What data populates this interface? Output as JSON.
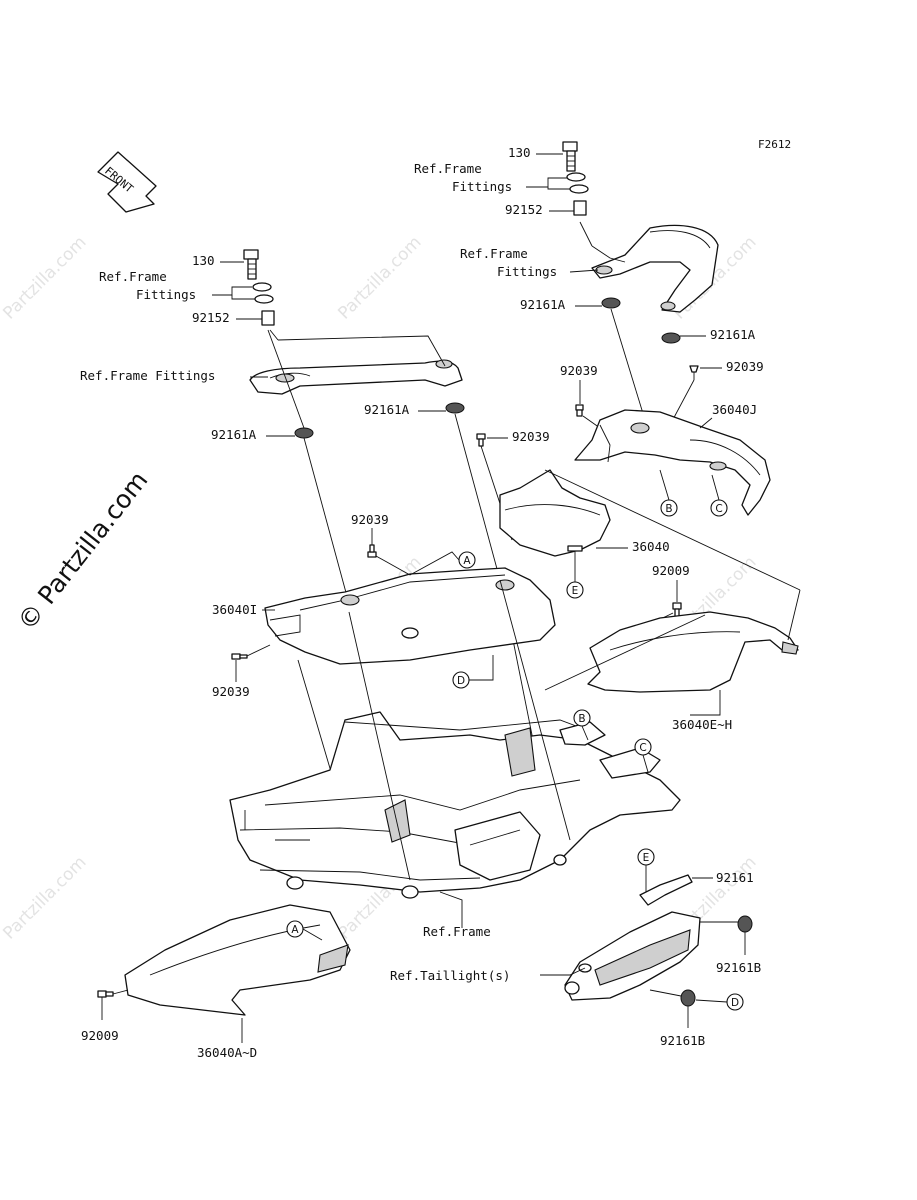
{
  "figure_code": "F2612",
  "front_label": "FRONT",
  "watermark": "© Partzilla.com",
  "watermark_small": "Partzilla.com",
  "labels": {
    "p130_left": "130",
    "ref_frame_left": "Ref.Frame",
    "fittings_left": "Fittings",
    "p92152_left": "92152",
    "ref_frame_fittings_left": "Ref.Frame Fittings",
    "p92161A_l1": "92161A",
    "p92161A_l2": "92161A",
    "p92039_l1": "92039",
    "p36040I": "36040I",
    "p92039_l2": "92039",
    "p130_right": "130",
    "ref_frame_right": "Ref.Frame",
    "fittings_right": "Fittings",
    "p92152_right": "92152",
    "ref_frame_right2": "Ref.Frame",
    "fittings_right2": "Fittings",
    "p92161A_r1": "92161A",
    "p92161A_r2": "92161A",
    "p92039_r1": "92039",
    "p92039_r2": "92039",
    "p36040J": "36040J",
    "p92039_mid": "92039",
    "p36040": "36040",
    "p92009_right": "92009",
    "p36040EH": "36040E~H",
    "p92161": "92161",
    "ref_frame_bottom": "Ref.Frame",
    "ref_taillight": "Ref.Taillight(s)",
    "p92161B_1": "92161B",
    "p92161B_2": "92161B",
    "p92009_left": "92009",
    "p36040AD": "36040A~D"
  },
  "callouts": {
    "A1": "A",
    "A2": "A",
    "B1": "B",
    "B2": "B",
    "C1": "C",
    "C2": "C",
    "D1": "D",
    "D2": "D",
    "E1": "E",
    "E2": "E"
  }
}
